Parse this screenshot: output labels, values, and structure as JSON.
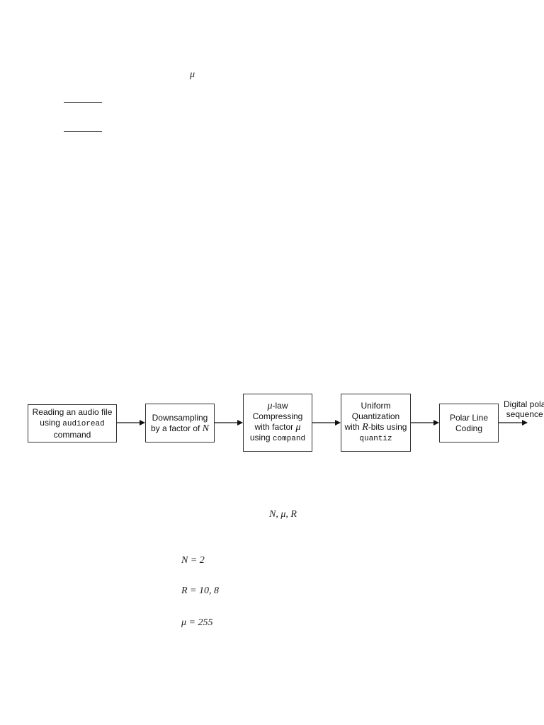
{
  "header": {
    "mu_symbol": "μ"
  },
  "diagram": {
    "blocks": [
      {
        "id": "read",
        "lines": [
          [
            {
              "t": "Reading an audio file"
            }
          ],
          [
            {
              "t": "using "
            },
            {
              "t": "audioread",
              "mono": true
            }
          ],
          [
            {
              "t": "command"
            }
          ]
        ]
      },
      {
        "id": "downsample",
        "lines": [
          [
            {
              "t": "Downsampling"
            }
          ],
          [
            {
              "t": "by a factor of "
            },
            {
              "t": "N",
              "sym": true
            }
          ]
        ]
      },
      {
        "id": "compress",
        "lines": [
          [
            {
              "t": "μ",
              "sym": true
            },
            {
              "t": "-law"
            }
          ],
          [
            {
              "t": "Compressing"
            }
          ],
          [
            {
              "t": "with factor "
            },
            {
              "t": "μ",
              "sym": true
            }
          ],
          [
            {
              "t": "using "
            },
            {
              "t": "compand",
              "mono": true
            }
          ]
        ]
      },
      {
        "id": "quantize",
        "lines": [
          [
            {
              "t": "Uniform"
            }
          ],
          [
            {
              "t": "Quantization"
            }
          ],
          [
            {
              "t": "with "
            },
            {
              "t": "R",
              "sym": true
            },
            {
              "t": "-bits using"
            }
          ],
          [
            {
              "t": "quantiz",
              "mono": true
            }
          ]
        ]
      },
      {
        "id": "polar",
        "lines": [
          [
            {
              "t": "Polar Line"
            }
          ],
          [
            {
              "t": "Coding"
            }
          ]
        ]
      }
    ],
    "output": {
      "line1": "Digital pola",
      "line2": "sequence"
    }
  },
  "parameters": {
    "list": "N, μ, R",
    "n": "N = 2",
    "r": "R = 10, 8",
    "mu": "μ = 255"
  }
}
